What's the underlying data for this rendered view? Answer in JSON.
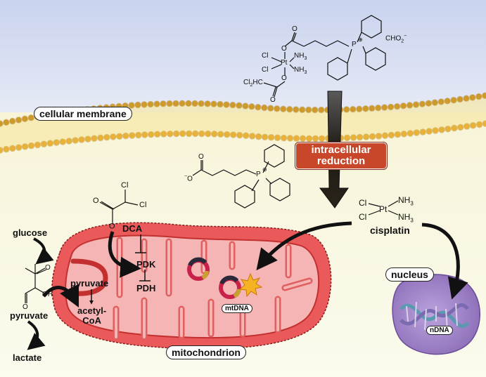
{
  "colors": {
    "sky_top": "#d6ddf2",
    "cytoplasm": "#f7f7dc",
    "membrane_head": "#e8b23a",
    "mito_fill": "#f6b5b5",
    "mito_outer": "#ea5a5a",
    "nucleus": "#a488c8",
    "reduction_box": "#c8472a"
  },
  "labels": {
    "membrane": "cellular membrane",
    "reduction_line1": "intracellular",
    "reduction_line2": "reduction",
    "cisplatin": "cisplatin",
    "nucleus": "nucleus",
    "ndna": "nDNA",
    "mtdna": "mtDNA",
    "mitochondrion": "mitochondrion",
    "dca": "DCA",
    "pdk": "PDK",
    "pdh": "PDH",
    "pyruvate_inner": "pyruvate",
    "acetyl_1": "acetyl-",
    "acetyl_2": "CoA",
    "glucose": "glucose",
    "pyruvate_outer": "pyruvate",
    "lactate": "lactate"
  },
  "chemistry": {
    "prodrug": {
      "cl1": "Cl",
      "cl2": "Cl",
      "pt": "Pt",
      "nh3_1": "NH",
      "nh3_2": "NH",
      "sub3": "3",
      "o_top": "O",
      "o_bottom": "O",
      "o_carbonyl_top": "O",
      "o_carbonyl_bottom": "O",
      "cl2hc": "Cl",
      "cl2hc_sub": "2",
      "cl2hc_rest": "HC",
      "p": "P",
      "p_charge": "⊕",
      "formate": "CHO",
      "formate_sub": "2",
      "formate_charge": "−"
    },
    "tpp_acid": {
      "o_carbonyl": "O",
      "o_minus": "O",
      "minus": "−",
      "p": "P",
      "p_charge": "⊕"
    },
    "dca_structure": {
      "cl1": "Cl",
      "cl2": "Cl",
      "o_carbonyl": "O",
      "o_minus": "O",
      "minus": "−"
    },
    "cisplatin_structure": {
      "cl1": "Cl",
      "cl2": "Cl",
      "pt": "Pt",
      "nh3_1": "NH",
      "nh3_2": "NH",
      "sub3": "3"
    },
    "pyruvate_structure": {
      "o_carbonyl": "O",
      "o_acid": "O",
      "oh": "OH"
    }
  }
}
